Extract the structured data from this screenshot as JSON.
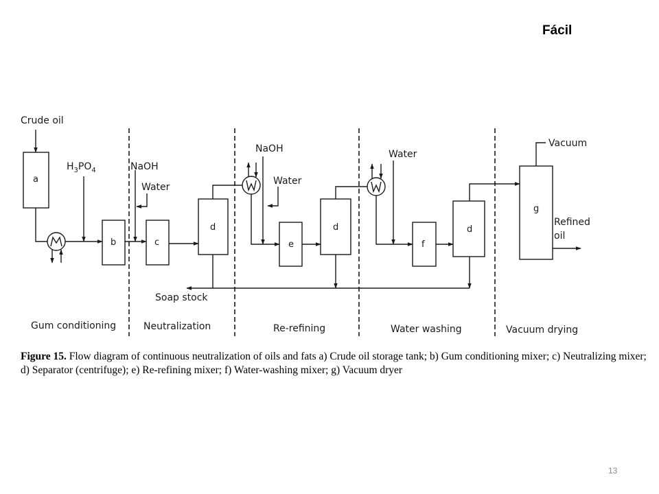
{
  "header": {
    "tag": "Fácil"
  },
  "diagram": {
    "inputs": {
      "crude_oil": "Crude oil",
      "h3po4_h": "H",
      "h3po4_3": "3",
      "h3po4_po": "PO",
      "h3po4_4": "4",
      "naoh_1": "NaOH",
      "water_1": "Water",
      "naoh_2": "NaOH",
      "water_2": "Water",
      "water_3": "Water",
      "vacuum": "Vacuum"
    },
    "outputs": {
      "refined_oil_1": "Refined",
      "refined_oil_2": "oil",
      "soap_stock": "Soap stock"
    },
    "units": {
      "a": "a",
      "b": "b",
      "c": "c",
      "d1": "d",
      "e": "e",
      "d2": "d",
      "f": "f",
      "d3": "d",
      "g": "g"
    },
    "sections": [
      "Gum conditioning",
      "Neutralization",
      "Re-refining",
      "Water washing",
      "Vacuum drying"
    ]
  },
  "caption": {
    "figure_label": "Figure 15.",
    "text": "Flow diagram of continuous neutralization of oils and fats a) Crude oil storage tank; b) Gum conditioning mixer; c) Neutralizing mixer; d) Separator (centrifuge); e) Re-refining mixer; f) Water-washing mixer; g) Vacuum dryer"
  },
  "footer": {
    "page_number": "13"
  }
}
